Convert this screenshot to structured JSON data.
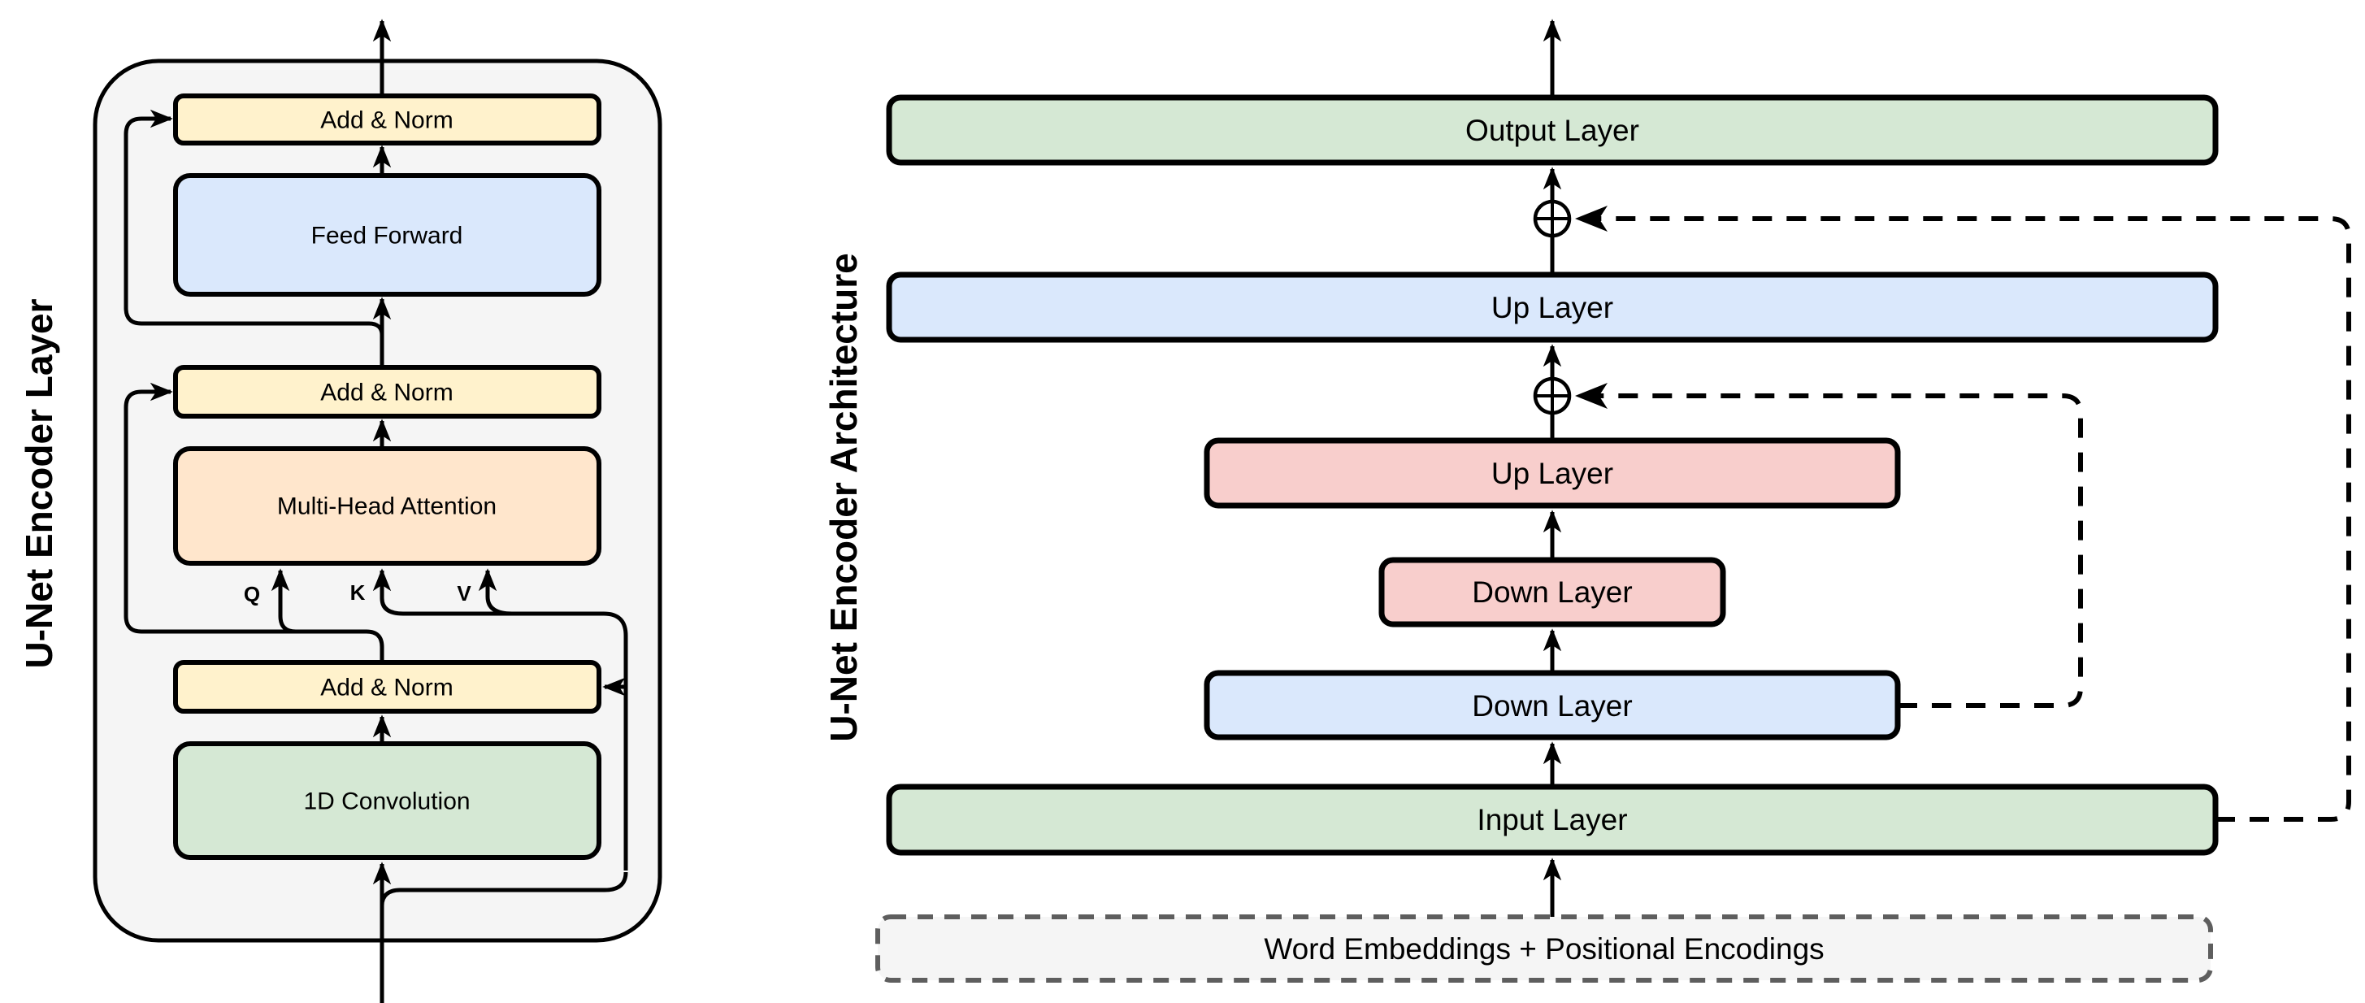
{
  "palette": {
    "yellow": "#FFF2CC",
    "blue": "#DAE8FC",
    "orange": "#FFE6CC",
    "green": "#D5E8D4",
    "pink": "#F8CECC",
    "panel": "#F5F5F5",
    "black": "#000000",
    "dashed_gray": "#5E5E5E",
    "muted_text": "#3F3F3F",
    "white": "#FFFFFF"
  },
  "left": {
    "title": "U-Net Encoder Layer",
    "add_norm": "Add & Norm",
    "feed_forward": "Feed Forward",
    "multi_head_attention": "Multi-Head Attention",
    "conv": "1D Convolution",
    "q": "Q",
    "k": "K",
    "v": "V"
  },
  "right": {
    "title": "U-Net Encoder Architecture",
    "output_layer": "Output Layer",
    "up_layer": "Up Layer",
    "down_layer": "Down Layer",
    "input_layer": "Input Layer",
    "word_embeddings": "Word Embeddings + Positional Encodings"
  }
}
